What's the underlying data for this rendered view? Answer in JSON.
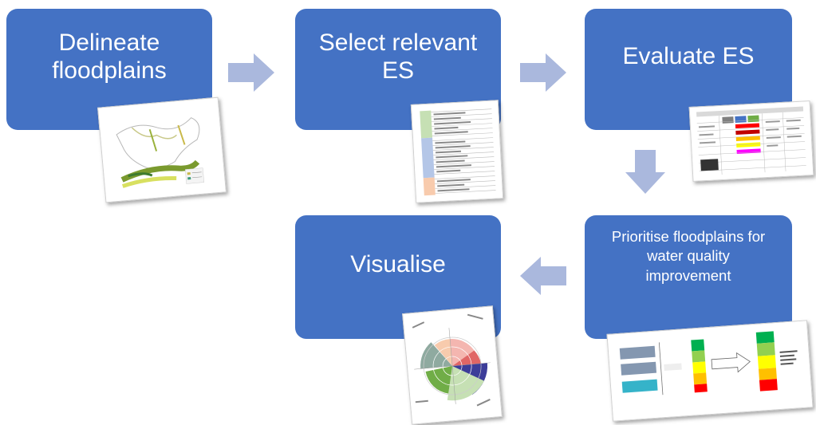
{
  "steps": {
    "delineate": "Delineate\nfloodplains",
    "select": "Select relevant\nES",
    "evaluate": "Evaluate ES",
    "prioritise": "Prioritise floodplains for\nwater quality\nimprovement",
    "visualise": "Visualise"
  },
  "colors": {
    "box": "#4472c4",
    "arrow": "#aab8dd"
  },
  "icons": {
    "arrow_right": "arrow-right-icon",
    "arrow_down": "arrow-down-icon",
    "arrow_left": "arrow-left-icon"
  }
}
